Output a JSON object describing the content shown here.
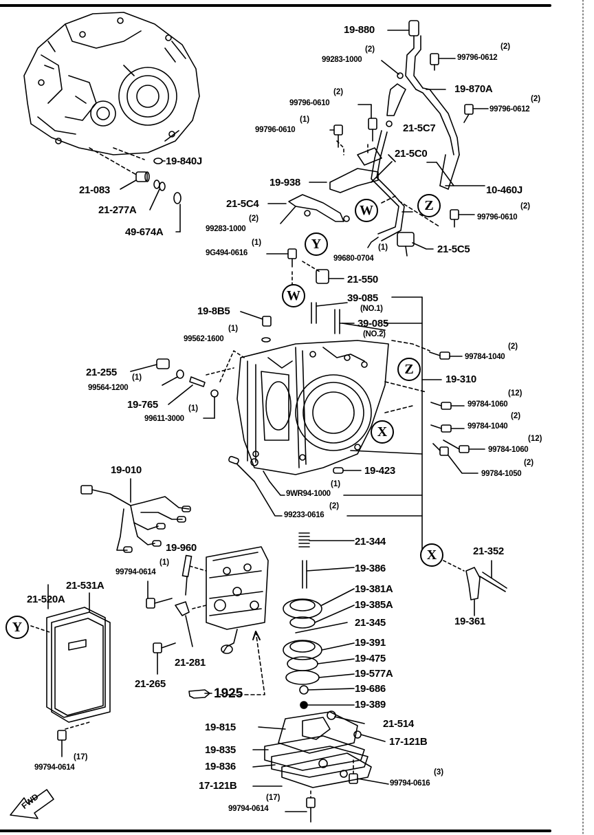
{
  "diagram": {
    "ref_label": "1925",
    "fwd_label": "FWD",
    "callouts": {
      "W": "W",
      "X": "X",
      "Y": "Y",
      "Z": "Z"
    },
    "parts": {
      "p19_880": "19-880",
      "p99283_1000_a": "99283-1000",
      "p99283_1000_a_qty": "(2)",
      "p99796_0612_a": "99796-0612",
      "p99796_0612_a_qty": "(2)",
      "p19_870A": "19-870A",
      "p99796_0610_a": "99796-0610",
      "p99796_0610_a_qty": "(2)",
      "p99796_0612_b": "99796-0612",
      "p99796_0612_b_qty": "(2)",
      "p99796_0610_b": "99796-0610",
      "p99796_0610_b_qty": "(1)",
      "p21_5C7": "21-5C7",
      "p21_5C0": "21-5C0",
      "p19_840J": "19-840J",
      "p21_083": "21-083",
      "p21_277A": "21-277A",
      "p49_674A": "49-674A",
      "p19_938": "19-938",
      "p10_460J": "10-460J",
      "p21_5C4": "21-5C4",
      "p99283_1000_b": "99283-1000",
      "p99283_1000_b_qty": "(2)",
      "p99796_0610_c": "99796-0610",
      "p99796_0610_c_qty": "(2)",
      "p9G494_0616": "9G494-0616",
      "p9G494_0616_qty": "(1)",
      "p99680_0704": "99680-0704",
      "p99680_0704_qty": "(1)",
      "p21_5C5": "21-5C5",
      "p21_550": "21-550",
      "p39_085_1": "39-085",
      "p39_085_1_note": "(NO.1)",
      "p39_085_2": "39-085",
      "p39_085_2_note": "(NO.2)",
      "p19_8B5": "19-8B5",
      "p99562_1600": "99562-1600",
      "p99562_1600_qty": "(1)",
      "p99784_1040_a": "99784-1040",
      "p99784_1040_a_qty": "(2)",
      "p21_255": "21-255",
      "p99564_1200": "99564-1200",
      "p99564_1200_qty": "(1)",
      "p19_310": "19-310",
      "p19_765": "19-765",
      "p99611_3000": "99611-3000",
      "p99611_3000_qty": "(1)",
      "p99784_1060_a": "99784-1060",
      "p99784_1060_a_qty": "(12)",
      "p99784_1040_b": "99784-1040",
      "p99784_1040_b_qty": "(2)",
      "p99784_1060_b": "99784-1060",
      "p99784_1060_b_qty": "(12)",
      "p99784_1050": "99784-1050",
      "p99784_1050_qty": "(2)",
      "p19_010": "19-010",
      "p19_423": "19-423",
      "p9WR94_1000": "9WR94-1000",
      "p9WR94_1000_qty": "(1)",
      "p99233_0616": "99233-0616",
      "p99233_0616_qty": "(2)",
      "p21_344": "21-344",
      "p21_352": "21-352",
      "p19_960": "19-960",
      "p19_386": "19-386",
      "p99794_0614_a": "99794-0614",
      "p99794_0614_a_qty": "(1)",
      "p19_381A": "19-381A",
      "p21_531A": "21-531A",
      "p21_520A": "21-520A",
      "p19_385A": "19-385A",
      "p19_361": "19-361",
      "p21_345": "21-345",
      "p19_391": "19-391",
      "p21_281": "21-281",
      "p19_475": "19-475",
      "p19_577A": "19-577A",
      "p21_265": "21-265",
      "p19_686": "19-686",
      "p19_389": "19-389",
      "p19_815": "19-815",
      "p21_514": "21-514",
      "p19_835": "19-835",
      "p17_121B_a": "17-121B",
      "p99794_0614_b": "99794-0614",
      "p99794_0614_b_qty": "(17)",
      "p19_836": "19-836",
      "p99794_0616": "99794-0616",
      "p99794_0616_qty": "(3)",
      "p17_121B_b": "17-121B",
      "p99794_0614_c": "99794-0614",
      "p99794_0614_c_qty": "(17)"
    }
  }
}
